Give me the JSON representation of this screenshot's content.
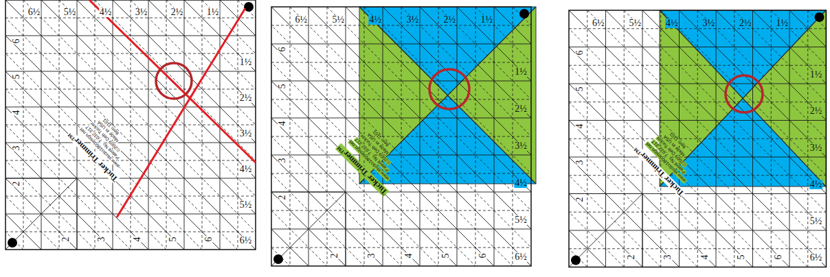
{
  "diagram": {
    "labels": [
      "6½",
      "5½",
      "4½",
      "3½",
      "2½",
      "1½",
      "1½",
      "2½",
      "3½",
      "4½",
      "5½",
      "6½",
      "6",
      "5",
      "4",
      "3",
      "2",
      "2",
      "3",
      "4",
      "5",
      "6",
      "Tucker Trimmer™",
      "www.studio180design.net",
      "Patent No. 7,032,317",
      "©2009 Deb Tucker",
      "Made in USA",
      "Item 1101",
      "6½",
      "5½",
      "4½",
      "3½",
      "2½",
      "1½",
      "1½",
      "2½",
      "3½",
      "4½",
      "5½",
      "6½",
      "6",
      "5",
      "4",
      "3",
      "2",
      "2",
      "3",
      "4",
      "5",
      "6",
      "Tucker Trimmer™",
      "www.studio180design.net",
      "Patent No. 7,032,317",
      "©2009 Deb Tucker",
      "Made in USA",
      "Item 1101",
      "6½",
      "5½",
      "4½",
      "3½",
      "2½",
      "1½",
      "1½",
      "2½",
      "3½",
      "4½",
      "5½",
      "6½",
      "6",
      "5",
      "4",
      "3",
      "2",
      "2",
      "3",
      "4",
      "5",
      "6",
      "Tucker Trimmer™",
      "www.studio180design.net",
      "Patent No. 7,032,317",
      "©2009 Deb Tucker",
      "Made in USA",
      "Item 1101"
    ]
  }
}
